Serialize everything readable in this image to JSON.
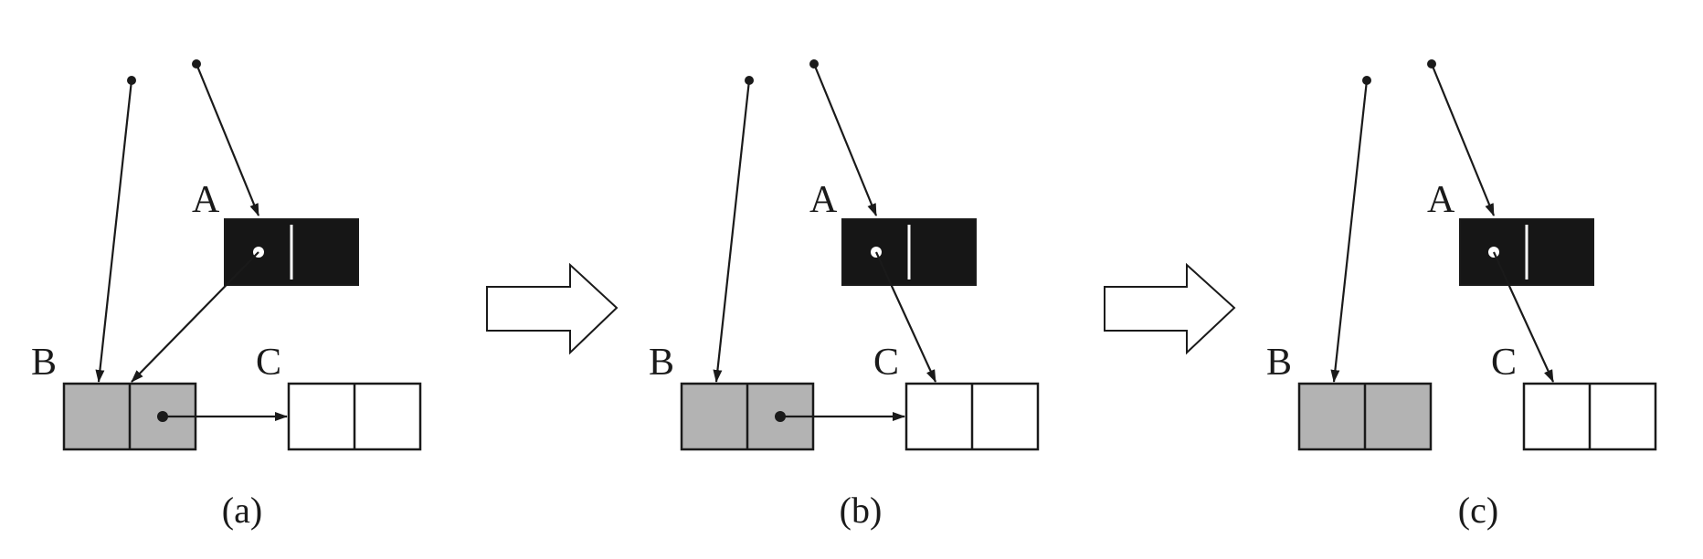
{
  "panels": [
    {
      "caption": "(a)",
      "nodes": {
        "A": "A",
        "B": "B",
        "C": "C"
      },
      "a_field_points_to": "B",
      "b_field_points_to": "C"
    },
    {
      "caption": "(b)",
      "nodes": {
        "A": "A",
        "B": "B",
        "C": "C"
      },
      "a_field_points_to": "C",
      "b_field_points_to": "C"
    },
    {
      "caption": "(c)",
      "nodes": {
        "A": "A",
        "B": "B",
        "C": "C"
      },
      "a_field_points_to": "C",
      "b_field_points_to": null
    }
  ],
  "colors": {
    "node_a_fill": "#161616",
    "node_b_fill": "#b3b3b3",
    "node_c_fill": "#ffffff",
    "stroke": "#1a1a1a",
    "transition_arrow_fill": "#ffffff"
  }
}
